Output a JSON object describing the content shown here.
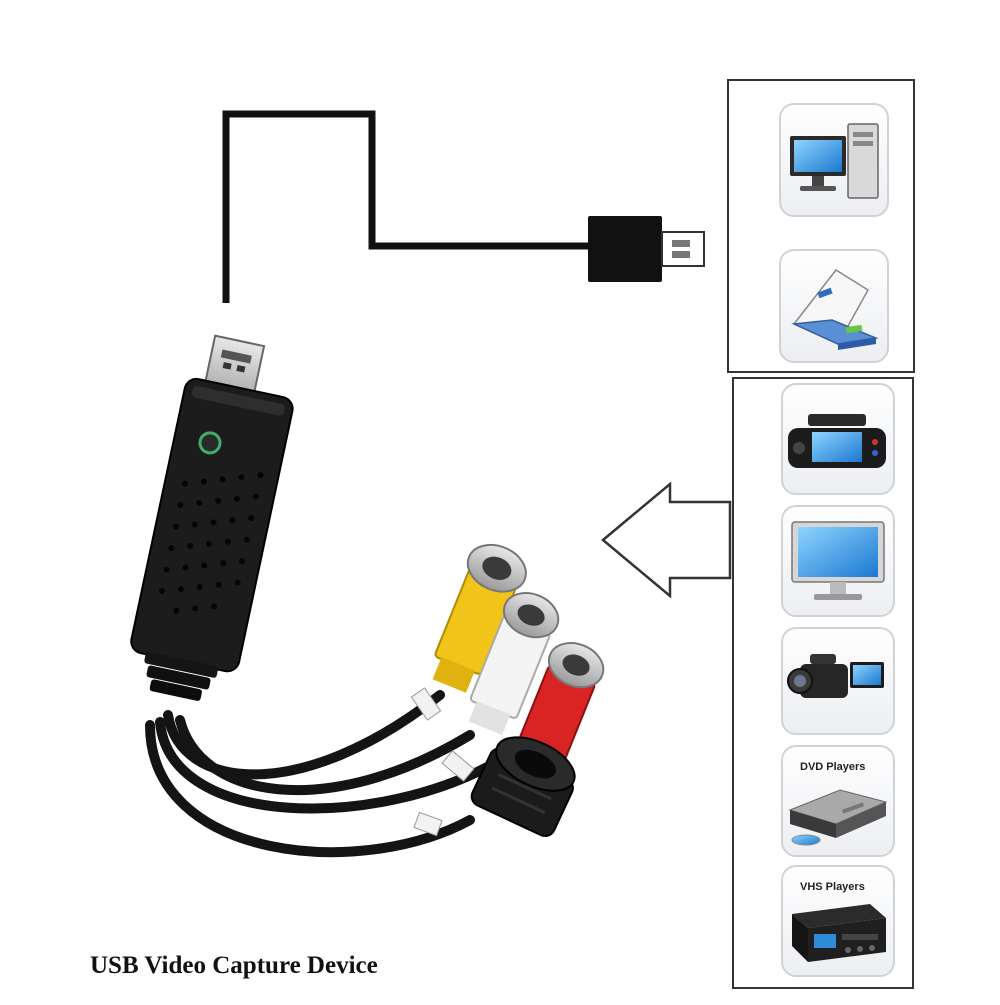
{
  "caption": "USB Video Capture Device",
  "source_devices": {
    "dvd_label": "DVD Players",
    "vhs_label": "VHS Players"
  },
  "colors": {
    "cable": "#111111",
    "device_body": "#1c1c1c",
    "rca_video": "#f2c318",
    "rca_audio_left": "#f4f4f4",
    "rca_audio_right": "#d92424",
    "led": "#3fae68",
    "panel_border": "#333333"
  },
  "icons": {
    "target": [
      "desktop-computer-icon",
      "laptop-icon"
    ],
    "sources": [
      "game-console-icon",
      "tv-monitor-icon",
      "camcorder-icon",
      "dvd-player-icon",
      "vhs-player-icon"
    ]
  }
}
